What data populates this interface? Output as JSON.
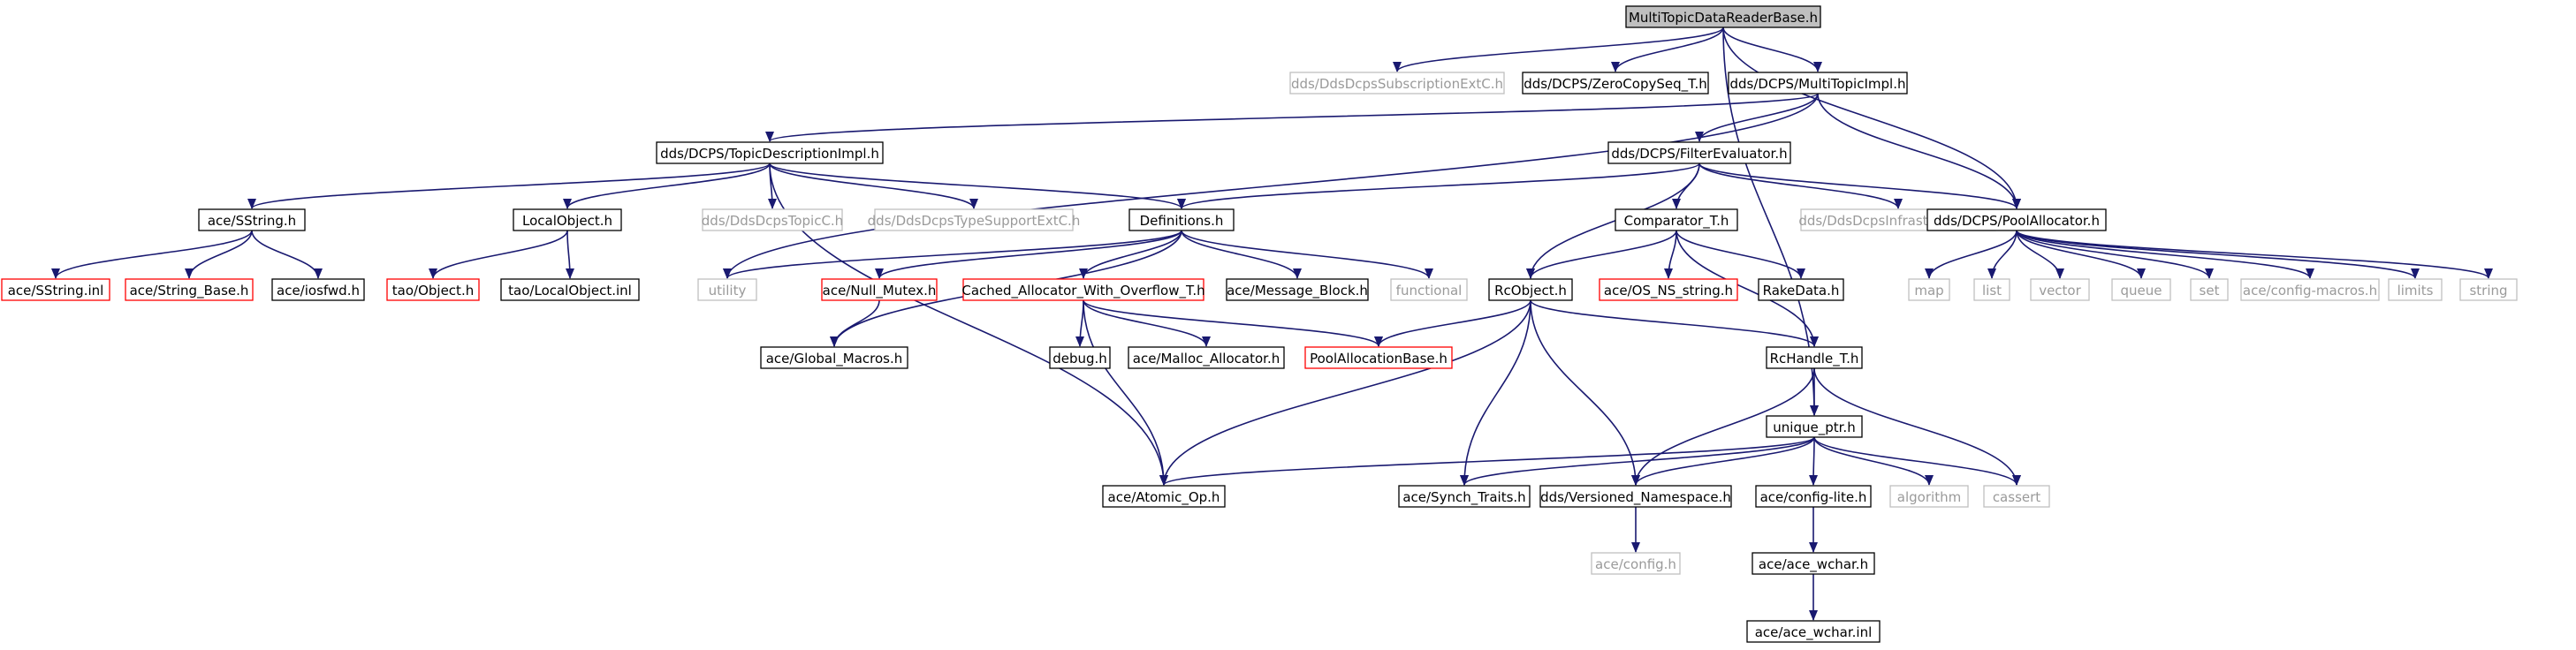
{
  "colors": {
    "edge": "#191970",
    "border_normal": "#000000",
    "border_missing": "#bfbfbf",
    "border_truncated": "#ff0000",
    "root_fill": "#bfbfbf",
    "text_normal": "#000000",
    "text_missing": "#9a9a9a"
  },
  "nodes": [
    {
      "id": "root",
      "label": "MultiTopicDataReaderBase.h",
      "kind": "root"
    },
    {
      "id": "subext",
      "label": "dds/DdsDcpsSubscriptionExtC.h",
      "kind": "missing"
    },
    {
      "id": "zerocopy",
      "label": "dds/DCPS/ZeroCopySeq_T.h",
      "kind": "normal"
    },
    {
      "id": "multitopic",
      "label": "dds/DCPS/MultiTopicImpl.h",
      "kind": "normal"
    },
    {
      "id": "topicdesc",
      "label": "dds/DCPS/TopicDescriptionImpl.h",
      "kind": "normal"
    },
    {
      "id": "filtereval",
      "label": "dds/DCPS/FilterEvaluator.h",
      "kind": "normal"
    },
    {
      "id": "sstring",
      "label": "ace/SString.h",
      "kind": "normal"
    },
    {
      "id": "localobj",
      "label": "LocalObject.h",
      "kind": "normal"
    },
    {
      "id": "topicc",
      "label": "dds/DdsDcpsTopicC.h",
      "kind": "missing"
    },
    {
      "id": "typesupp",
      "label": "dds/DdsDcpsTypeSupportExtC.h",
      "kind": "missing"
    },
    {
      "id": "defs",
      "label": "Definitions.h",
      "kind": "normal"
    },
    {
      "id": "comparator",
      "label": "Comparator_T.h",
      "kind": "normal"
    },
    {
      "id": "infra",
      "label": "dds/DdsDcpsInfrastructureC.h",
      "kind": "missing"
    },
    {
      "id": "poolalloc",
      "label": "dds/DCPS/PoolAllocator.h",
      "kind": "normal"
    },
    {
      "id": "sstringinl",
      "label": "ace/SString.inl",
      "kind": "truncated"
    },
    {
      "id": "stringbase",
      "label": "ace/String_Base.h",
      "kind": "truncated"
    },
    {
      "id": "iosfwd",
      "label": "ace/iosfwd.h",
      "kind": "normal"
    },
    {
      "id": "taoobj",
      "label": "tao/Object.h",
      "kind": "truncated"
    },
    {
      "id": "taolocal",
      "label": "tao/LocalObject.inl",
      "kind": "normal"
    },
    {
      "id": "utility",
      "label": "utility",
      "kind": "missing"
    },
    {
      "id": "nullmutex",
      "label": "ace/Null_Mutex.h",
      "kind": "truncated"
    },
    {
      "id": "cached",
      "label": "Cached_Allocator_With_Overflow_T.h",
      "kind": "truncated"
    },
    {
      "id": "msgblock",
      "label": "ace/Message_Block.h",
      "kind": "normal"
    },
    {
      "id": "functional",
      "label": "functional",
      "kind": "missing"
    },
    {
      "id": "rcobject",
      "label": "RcObject.h",
      "kind": "normal"
    },
    {
      "id": "osns",
      "label": "ace/OS_NS_string.h",
      "kind": "truncated"
    },
    {
      "id": "rakedata",
      "label": "RakeData.h",
      "kind": "normal"
    },
    {
      "id": "map",
      "label": "map",
      "kind": "missing"
    },
    {
      "id": "list",
      "label": "list",
      "kind": "missing"
    },
    {
      "id": "vector",
      "label": "vector",
      "kind": "missing"
    },
    {
      "id": "queue",
      "label": "queue",
      "kind": "missing"
    },
    {
      "id": "set",
      "label": "set",
      "kind": "missing"
    },
    {
      "id": "configmacros",
      "label": "ace/config-macros.h",
      "kind": "missing"
    },
    {
      "id": "limits",
      "label": "limits",
      "kind": "missing"
    },
    {
      "id": "string",
      "label": "string",
      "kind": "missing"
    },
    {
      "id": "globalmacros",
      "label": "ace/Global_Macros.h",
      "kind": "normal"
    },
    {
      "id": "debug",
      "label": "debug.h",
      "kind": "normal"
    },
    {
      "id": "malloc",
      "label": "ace/Malloc_Allocator.h",
      "kind": "normal"
    },
    {
      "id": "poolbase",
      "label": "PoolAllocationBase.h",
      "kind": "truncated"
    },
    {
      "id": "rchandle",
      "label": "RcHandle_T.h",
      "kind": "normal"
    },
    {
      "id": "uniqueptr",
      "label": "unique_ptr.h",
      "kind": "normal"
    },
    {
      "id": "atomic",
      "label": "ace/Atomic_Op.h",
      "kind": "normal"
    },
    {
      "id": "synch",
      "label": "ace/Synch_Traits.h",
      "kind": "normal"
    },
    {
      "id": "versioned",
      "label": "dds/Versioned_Namespace.h",
      "kind": "normal"
    },
    {
      "id": "configlite",
      "label": "ace/config-lite.h",
      "kind": "normal"
    },
    {
      "id": "algorithm",
      "label": "algorithm",
      "kind": "missing"
    },
    {
      "id": "cassert",
      "label": "cassert",
      "kind": "missing"
    },
    {
      "id": "aceconfig",
      "label": "ace/config.h",
      "kind": "missing"
    },
    {
      "id": "acewchar",
      "label": "ace/ace_wchar.h",
      "kind": "normal"
    },
    {
      "id": "acewcharinl",
      "label": "ace/ace_wchar.inl",
      "kind": "normal"
    }
  ],
  "edges": [
    [
      "root",
      "subext"
    ],
    [
      "root",
      "zerocopy"
    ],
    [
      "root",
      "multitopic"
    ],
    [
      "root",
      "poolalloc"
    ],
    [
      "root",
      "uniqueptr"
    ],
    [
      "multitopic",
      "topicdesc"
    ],
    [
      "multitopic",
      "filtereval"
    ],
    [
      "multitopic",
      "utility"
    ],
    [
      "multitopic",
      "poolalloc"
    ],
    [
      "topicdesc",
      "sstring"
    ],
    [
      "topicdesc",
      "localobj"
    ],
    [
      "topicdesc",
      "topicc"
    ],
    [
      "topicdesc",
      "typesupp"
    ],
    [
      "topicdesc",
      "defs"
    ],
    [
      "topicdesc",
      "atomic"
    ],
    [
      "filtereval",
      "defs"
    ],
    [
      "filtereval",
      "comparator"
    ],
    [
      "filtereval",
      "infra"
    ],
    [
      "filtereval",
      "poolalloc"
    ],
    [
      "filtereval",
      "rcobject"
    ],
    [
      "sstring",
      "sstringinl"
    ],
    [
      "sstring",
      "stringbase"
    ],
    [
      "sstring",
      "iosfwd"
    ],
    [
      "localobj",
      "taoobj"
    ],
    [
      "localobj",
      "taolocal"
    ],
    [
      "defs",
      "utility"
    ],
    [
      "defs",
      "nullmutex"
    ],
    [
      "defs",
      "cached"
    ],
    [
      "defs",
      "msgblock"
    ],
    [
      "defs",
      "functional"
    ],
    [
      "defs",
      "globalmacros"
    ],
    [
      "comparator",
      "rcobject"
    ],
    [
      "comparator",
      "osns"
    ],
    [
      "comparator",
      "rakedata"
    ],
    [
      "comparator",
      "rchandle"
    ],
    [
      "poolalloc",
      "map"
    ],
    [
      "poolalloc",
      "list"
    ],
    [
      "poolalloc",
      "vector"
    ],
    [
      "poolalloc",
      "queue"
    ],
    [
      "poolalloc",
      "set"
    ],
    [
      "poolalloc",
      "configmacros"
    ],
    [
      "poolalloc",
      "limits"
    ],
    [
      "poolalloc",
      "string"
    ],
    [
      "nullmutex",
      "globalmacros"
    ],
    [
      "cached",
      "debug"
    ],
    [
      "cached",
      "malloc"
    ],
    [
      "cached",
      "poolbase"
    ],
    [
      "cached",
      "atomic"
    ],
    [
      "rcobject",
      "poolbase"
    ],
    [
      "rcobject",
      "rchandle"
    ],
    [
      "rcobject",
      "atomic"
    ],
    [
      "rcobject",
      "synch"
    ],
    [
      "rcobject",
      "versioned"
    ],
    [
      "rchandle",
      "uniqueptr"
    ],
    [
      "rchandle",
      "versioned"
    ],
    [
      "rchandle",
      "cassert"
    ],
    [
      "uniqueptr",
      "atomic"
    ],
    [
      "uniqueptr",
      "synch"
    ],
    [
      "uniqueptr",
      "versioned"
    ],
    [
      "uniqueptr",
      "configlite"
    ],
    [
      "uniqueptr",
      "algorithm"
    ],
    [
      "uniqueptr",
      "cassert"
    ],
    [
      "versioned",
      "aceconfig"
    ],
    [
      "configlite",
      "acewchar"
    ],
    [
      "acewchar",
      "acewcharinl"
    ]
  ]
}
